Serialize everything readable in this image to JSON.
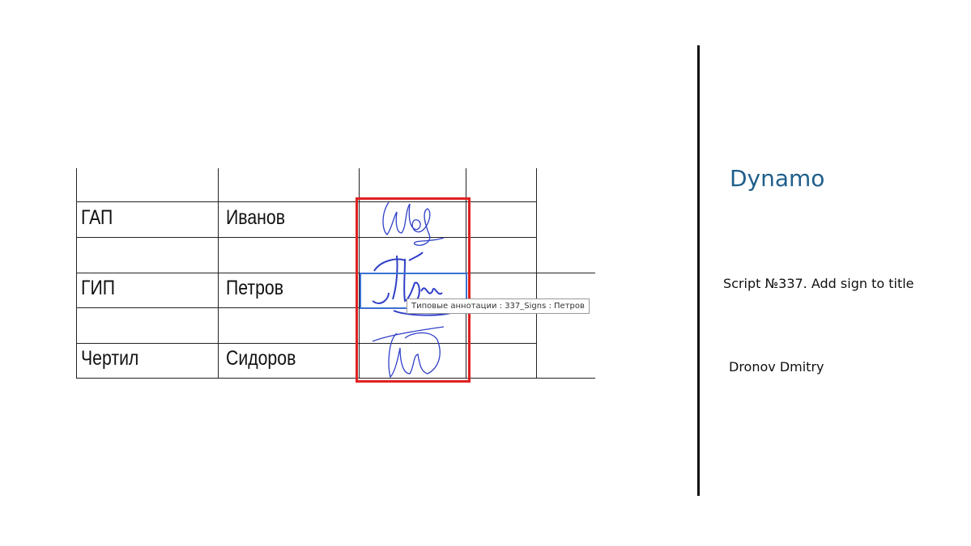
{
  "table": {
    "rows": [
      {
        "role": "ГАП",
        "name": "Иванов"
      },
      {
        "role": "ГИП",
        "name": "Петров"
      },
      {
        "role": "Чертил",
        "name": "Сидоров"
      }
    ]
  },
  "tooltip": "Типовые аннотации : 337_Signs : Петров",
  "sidebar": {
    "title": "Dynamo",
    "script": "Script №337. Add sign to title",
    "author": "Dronov Dmitry"
  },
  "colors": {
    "selection": "#e02020",
    "highlight": "#3a6fd0",
    "signature": "#3040c8",
    "title": "#1f5f8b"
  }
}
